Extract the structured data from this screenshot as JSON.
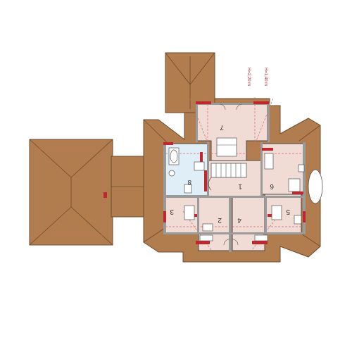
{
  "plan": {
    "rooms": [
      {
        "id": "r1",
        "label": "1"
      },
      {
        "id": "r2",
        "label": "2"
      },
      {
        "id": "r3",
        "label": "3"
      },
      {
        "id": "r4",
        "label": "4"
      },
      {
        "id": "r5",
        "label": "5"
      },
      {
        "id": "r6",
        "label": "6"
      },
      {
        "id": "r7",
        "label": "7"
      },
      {
        "id": "r8",
        "label": "8"
      }
    ],
    "dimensions": {
      "height_a": "H=2,20 m",
      "height_b": "H=1,40 m"
    }
  },
  "colors": {
    "roof": "#b27d4e",
    "room_floor": "#f1dbd5",
    "bathroom_floor": "#dfeef7",
    "wall_accent": "#c0272d"
  }
}
